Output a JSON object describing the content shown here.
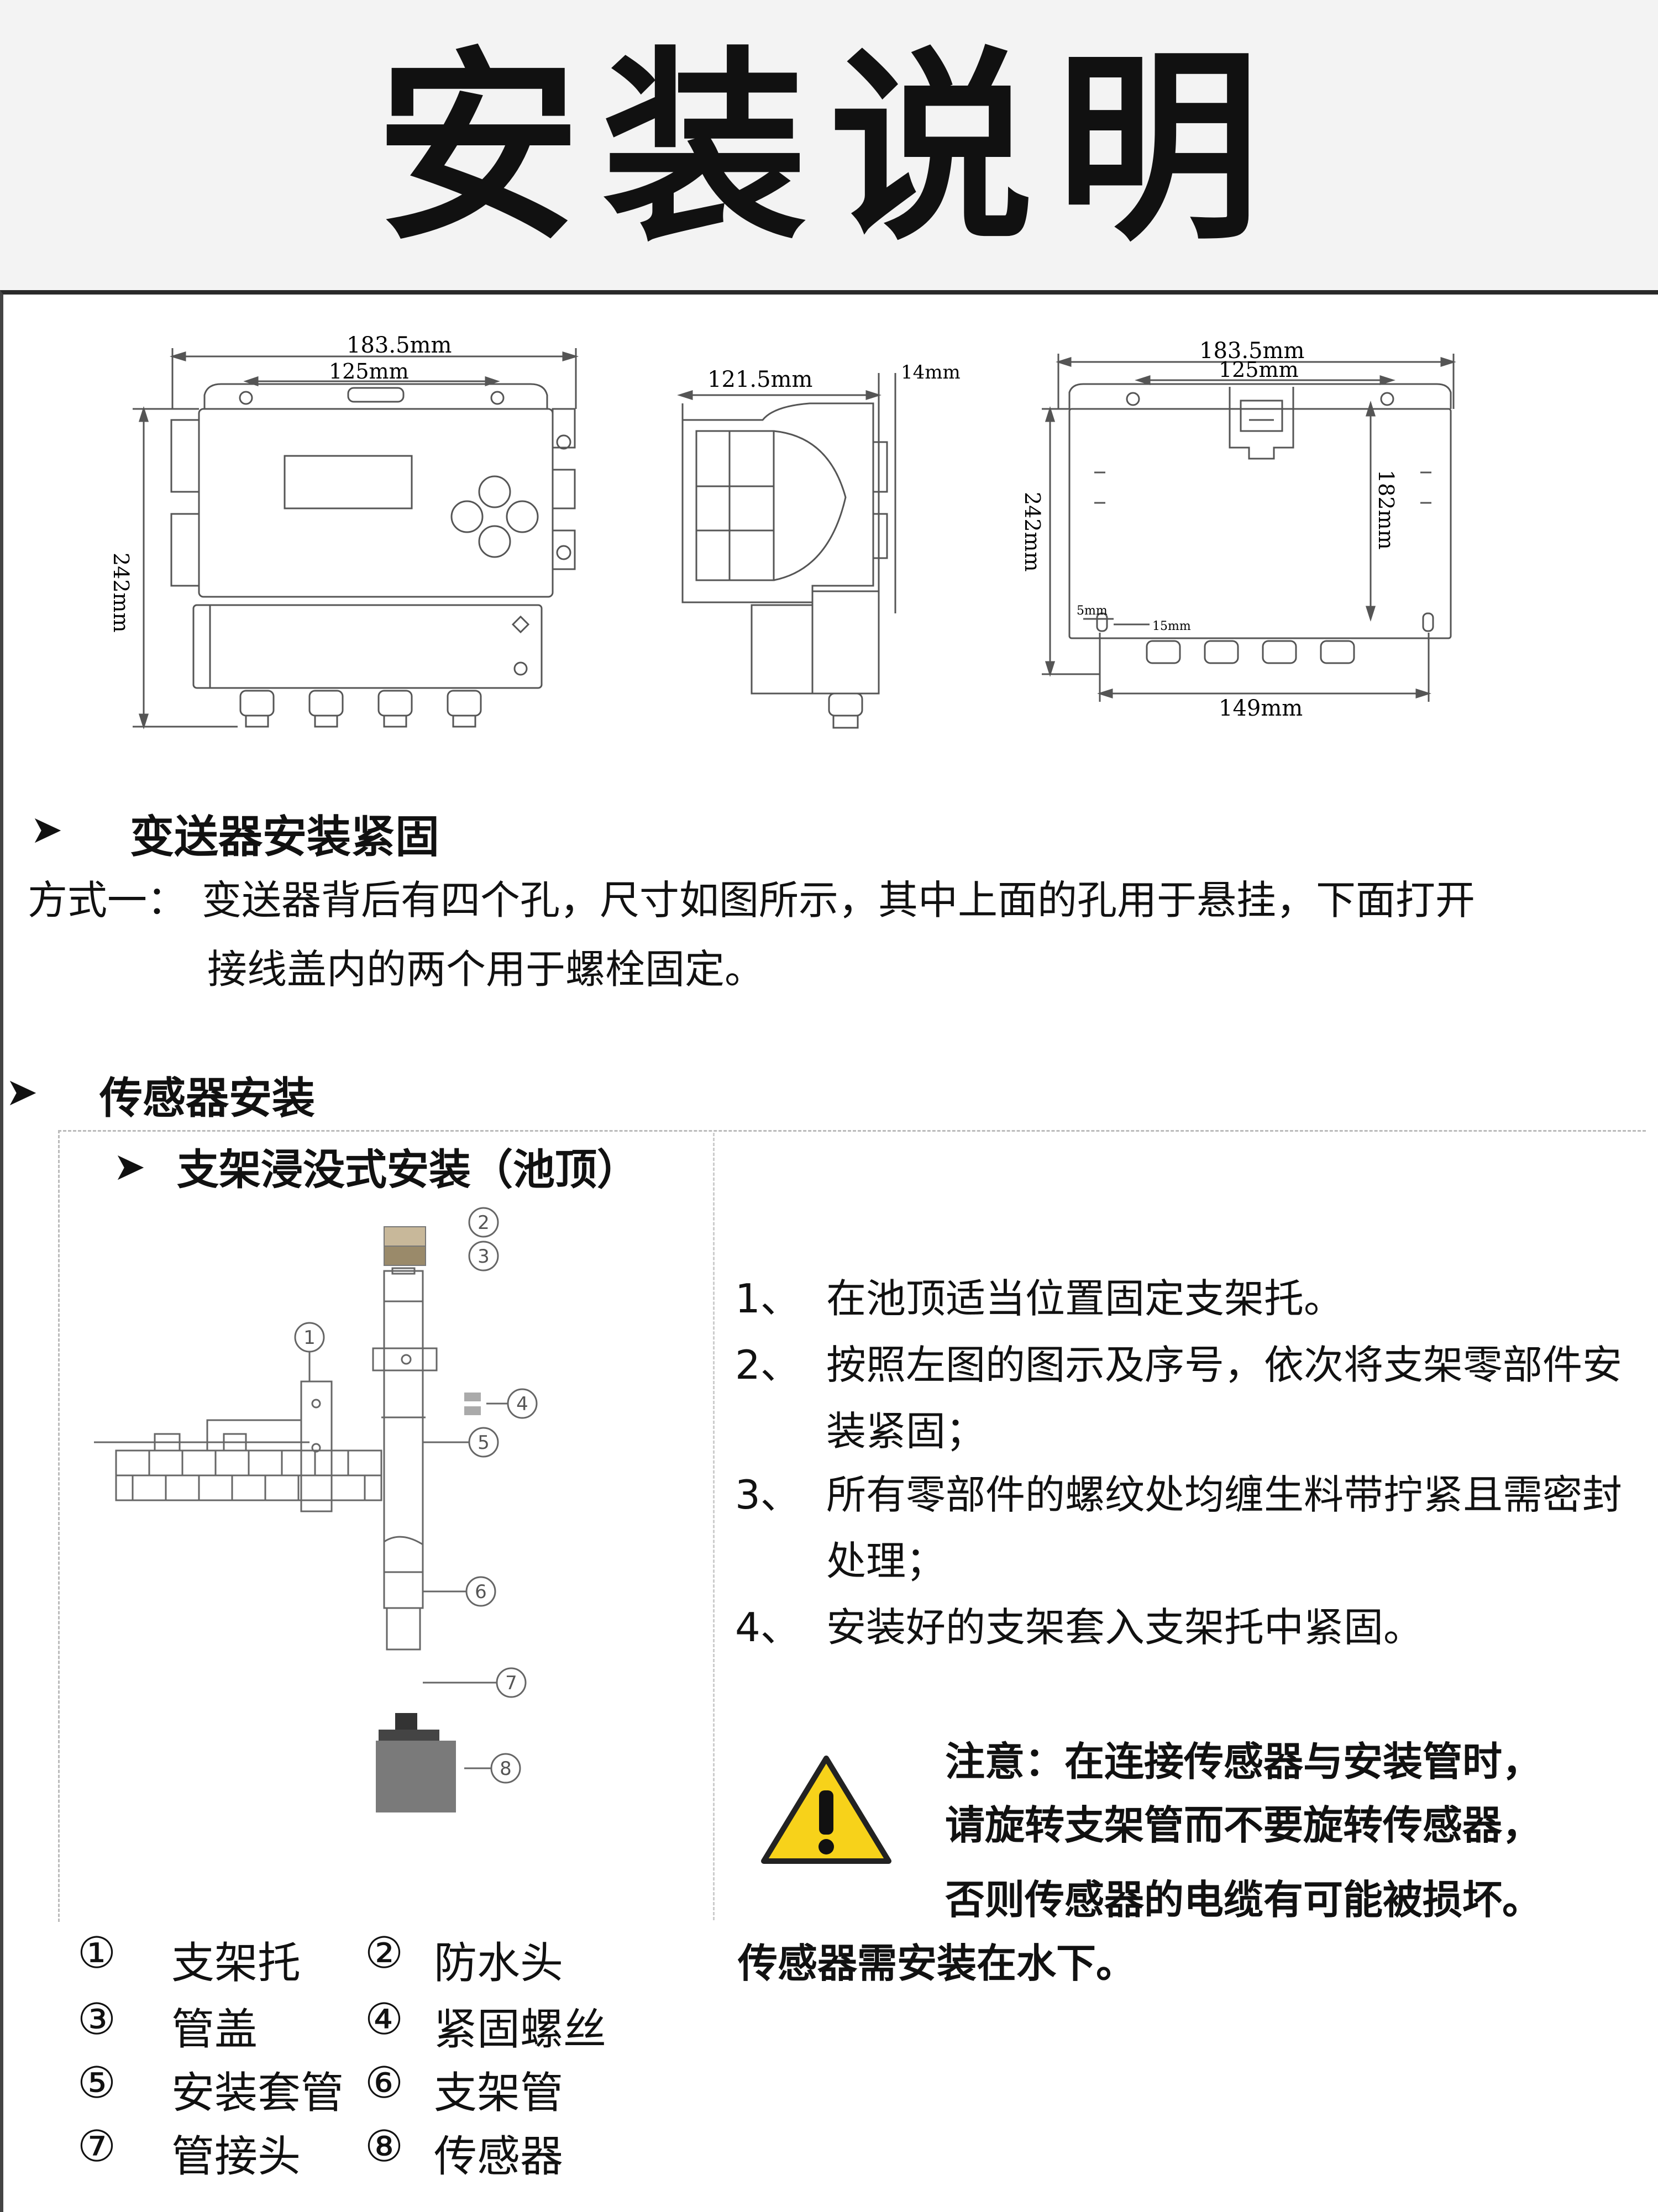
{
  "title": "安装说明",
  "dims": {
    "width": "183.5mm",
    "hole_spacing": "125mm",
    "height": "242mm",
    "depth": "121.5mm",
    "bracket": "14mm",
    "back_hole_height": "182mm",
    "back_bottom_width": "149mm",
    "edge_a": "5mm",
    "edge_b": "15mm"
  },
  "section1": {
    "heading": "变送器安装紧固",
    "method_label": "方式一：",
    "method_text_line1": "变送器背后有四个孔，尺寸如图所示，其中上面的孔用于悬挂，下面打开",
    "method_text_line2": "接线盖内的两个用于螺栓固定。"
  },
  "section2": {
    "heading": "传感器安装",
    "sub_heading": "支架浸没式安装（池顶）",
    "steps": [
      {
        "num": "1、",
        "text": "在池顶适当位置固定支架托。"
      },
      {
        "num": "2、",
        "text": "按照左图的图示及序号，依次将支架零部件安装紧固；"
      },
      {
        "num": "3、",
        "text": "所有零部件的螺纹处均缠生料带拧紧且需密封处理；"
      },
      {
        "num": "4、",
        "text": "安装好的支架套入支架托中紧固。"
      }
    ],
    "note_line1": "注意：在连接传感器与安装管时，",
    "note_line2": "请旋转支架管而不要旋转传感器，",
    "note_line3": "否则传感器的电缆有可能被损坏。",
    "underwater": "传感器需安装在水下。",
    "legend": [
      {
        "circle": "①",
        "label": "支架托"
      },
      {
        "circle": "②",
        "label": "防水头"
      },
      {
        "circle": "③",
        "label": "管盖"
      },
      {
        "circle": "④",
        "label": "紧固螺丝"
      },
      {
        "circle": "⑤",
        "label": "安装套管"
      },
      {
        "circle": "⑥",
        "label": "支架管"
      },
      {
        "circle": "⑦",
        "label": "管接头"
      },
      {
        "circle": "⑧",
        "label": "传感器"
      }
    ],
    "callouts": [
      "①",
      "②",
      "③",
      "④",
      "⑤",
      "⑥",
      "⑦",
      "⑧"
    ]
  },
  "colors": {
    "warning_yellow": "#f7d21a",
    "ink": "#111111",
    "line": "#555555"
  },
  "icons": [
    "arrow-bullet-icon",
    "warning-icon"
  ]
}
